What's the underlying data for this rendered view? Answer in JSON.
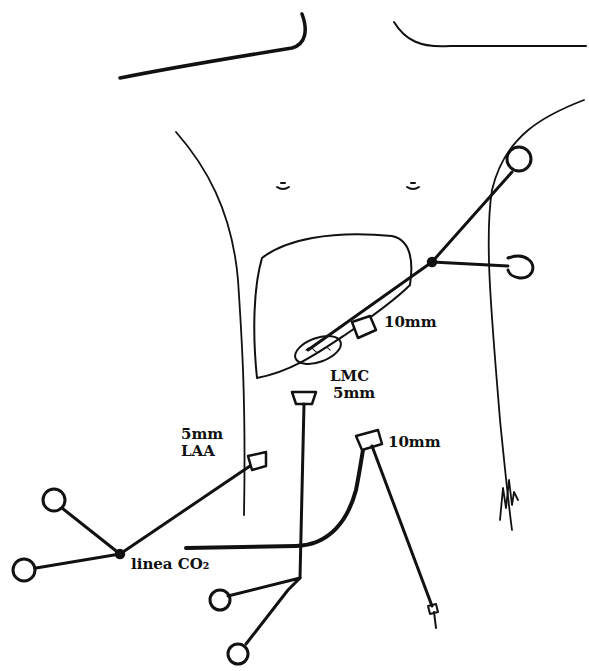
{
  "diagram": {
    "labels": [
      "10mm",
      "LMC",
      "5mm",
      "5mm",
      "LAA",
      "10mm",
      "linea CO₂"
    ]
  }
}
